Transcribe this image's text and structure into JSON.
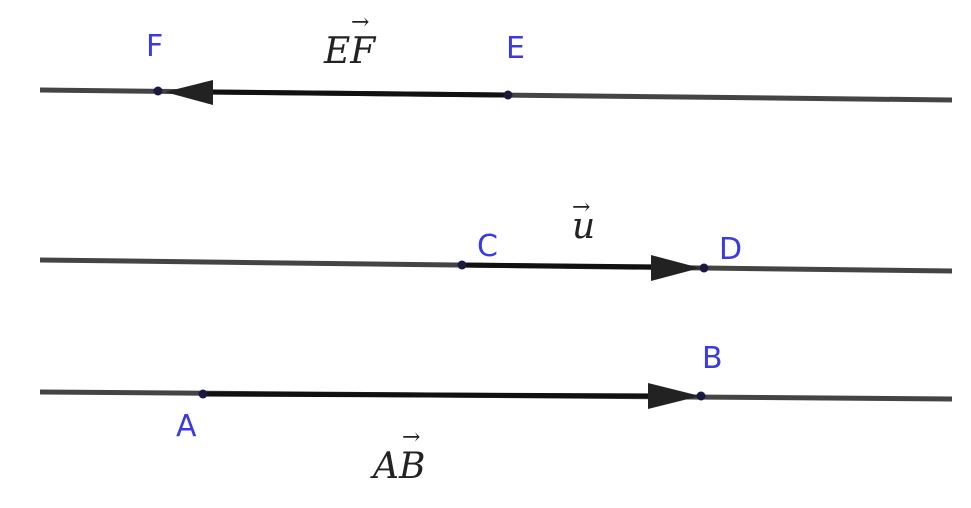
{
  "points": {
    "A": "A",
    "B": "B",
    "C": "C",
    "D": "D",
    "E": "E",
    "F": "F"
  },
  "vectors": {
    "EF": {
      "letters": "EF",
      "arrow": "→"
    },
    "u": {
      "letters": "u",
      "arrow": "→"
    },
    "AB": {
      "letters": "AB",
      "arrow": "→"
    }
  },
  "colors": {
    "point_label": "#3a3ae0",
    "line": "#444444",
    "vector": "#111111"
  }
}
